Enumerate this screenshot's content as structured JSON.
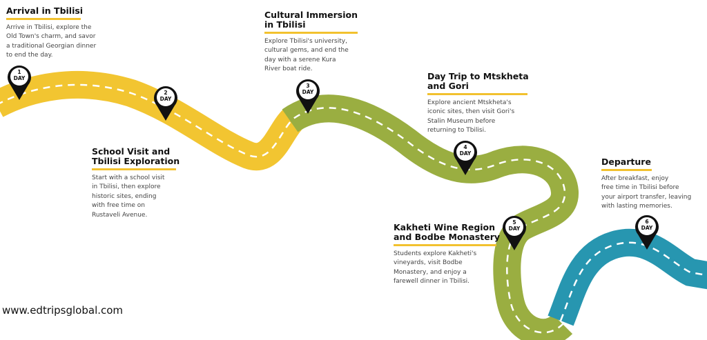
{
  "colors": {
    "yellow": "#f2c531",
    "green": "#9aae41",
    "blue": "#2796b0",
    "accent": "#f2c12e"
  },
  "days": [
    {
      "num": "1",
      "day": "DAY",
      "title": "Arrival in Tbilisi",
      "text": "Arrive in Tbilisi, explore the\nOld Town's charm, and savor\na traditional Georgian dinner\nto end the day."
    },
    {
      "num": "2",
      "day": "DAY",
      "title": "School Visit and\nTbilisi Exploration",
      "text": "Start with a school visit\nin Tbilisi, then explore\nhistoric sites, ending\nwith free time on\nRustaveli Avenue."
    },
    {
      "num": "3",
      "day": "DAY",
      "title": "Cultural Immersion\nin Tbilisi",
      "text": "Explore Tbilisi's university,\ncultural gems, and end the\nday with a serene Kura\nRiver boat ride."
    },
    {
      "num": "4",
      "day": "DAY",
      "title": "Day Trip to Mtskheta\nand Gori",
      "text": "Explore ancient Mtskheta's\niconic sites, then visit Gori's\nStalin Museum before\nreturning to Tbilisi."
    },
    {
      "num": "5",
      "day": "DAY",
      "title": "Kakheti Wine Region\nand Bodbe Monastery",
      "text": "Students explore Kakheti's\nvineyards, visit Bodbe\nMonastery, and enjoy a\nfarewell dinner in Tbilisi."
    },
    {
      "num": "6",
      "day": "DAY",
      "title": "Departure",
      "text": "After breakfast, enjoy\nfree time in Tbilisi before\nyour airport transfer, leaving\nwith lasting memories."
    }
  ],
  "footer": "www.edtripsglobal.com"
}
